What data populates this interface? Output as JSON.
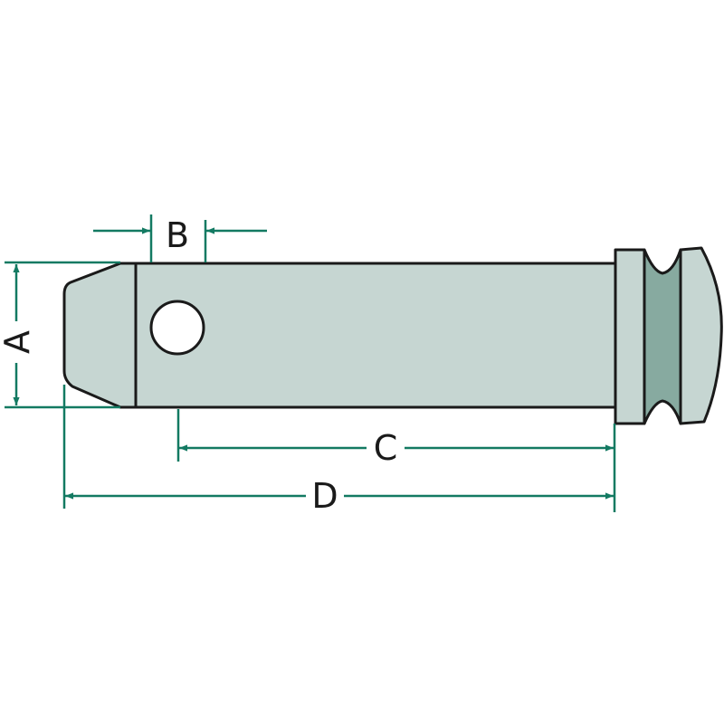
{
  "diagram": {
    "subject": "pin",
    "dimensions": {
      "A": "A",
      "B": "B",
      "C": "C",
      "D": "D"
    }
  },
  "colors": {
    "dimension_line": "#137a62",
    "pin_fill": "#c6d6d2",
    "groove_fill": "#87aaa0",
    "outline": "#1a1a1a"
  }
}
